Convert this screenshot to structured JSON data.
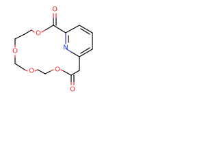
{
  "molecule": {
    "atoms": {
      "carbonyl_oxygen_top": "O",
      "carbonyl_oxygen_bottom": "O",
      "ring_oxygen_1": "O",
      "ring_oxygen_2": "O",
      "ring_oxygen_3": "O",
      "ring_oxygen_4": "O",
      "pyridine_nitrogen": "N"
    },
    "colors": {
      "oxygen": "#e8262b",
      "nitrogen": "#2b3bd6",
      "carbon_bond": "#000000"
    }
  }
}
